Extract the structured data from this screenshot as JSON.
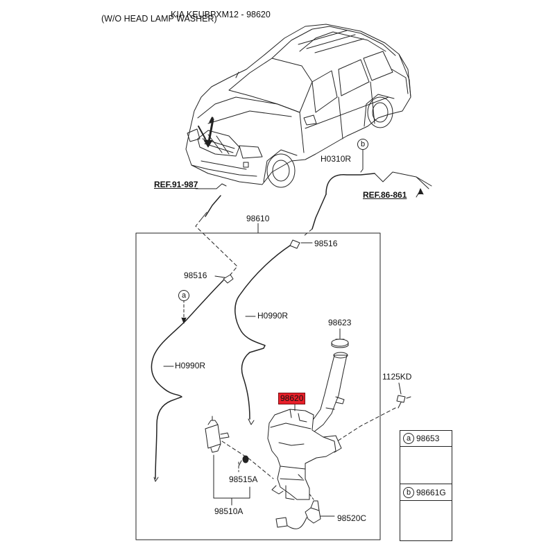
{
  "header": {
    "variant": "(W/O HEAD LAMP WASHER)",
    "model_code": "KIA KEUBPXM12 - 98620"
  },
  "callouts": {
    "ref_left": "REF.91-987",
    "ref_right": "REF.86-861",
    "hose_top": "H0310R",
    "assembly": "98610",
    "nozzle_right": "98516",
    "nozzle_left": "98516",
    "hose_right": "H0990R",
    "hose_left": "H0990R",
    "cap": "98623",
    "bolt": "1125KD",
    "reservoir": "98620",
    "grommet": "98515A",
    "pump": "98510A",
    "sensor": "98520C",
    "marker_a": "a",
    "marker_b": "b"
  },
  "legend": [
    {
      "marker": "a",
      "part": "98653"
    },
    {
      "marker": "b",
      "part": "98661G"
    }
  ],
  "colors": {
    "line": "#222222",
    "highlight": "#e8202a"
  }
}
